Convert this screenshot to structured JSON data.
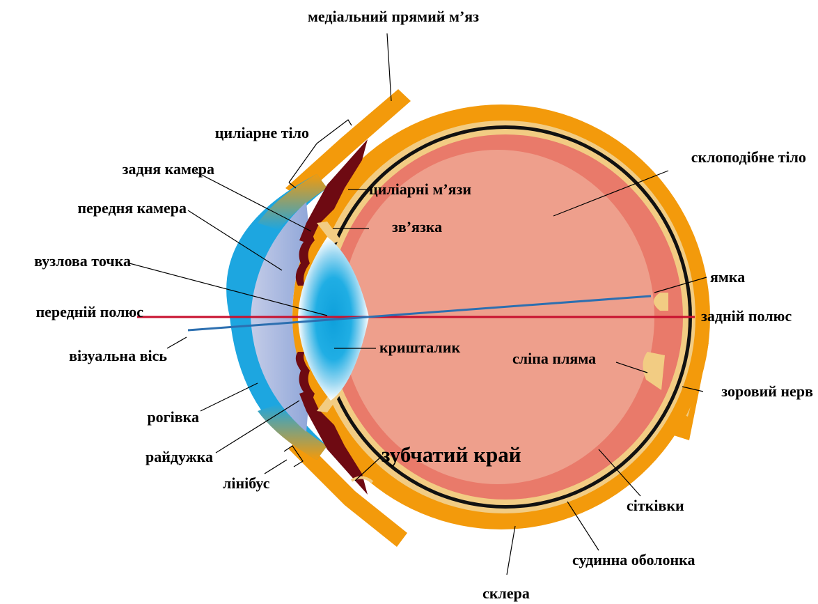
{
  "labels": {
    "medial_rectus": "медіальний прямий м’яз",
    "ciliary_body": "циліарне тіло",
    "posterior_chamber": "задня камера",
    "anterior_chamber": "передня камера",
    "nodal_point": "вузлова точка",
    "anterior_pole": "передній полюс",
    "visual_axis": "візуальна вісь",
    "cornea": "рогівка",
    "iris": "райдужка",
    "limbus": "лінібус",
    "ciliary_muscles": "циліарні м’язи",
    "zonule": "зв’язка",
    "lens": "кришталик",
    "ora_serrata": "зубчатий край",
    "vitreous_body": "склоподібне тіло",
    "fovea": "ямка",
    "posterior_pole": "задній полюс",
    "blind_spot": "сліпа пляма",
    "optic_nerve": "зоровий нерв",
    "retina": "сітківки",
    "choroid": "судинна оболонка",
    "sclera": "склера"
  },
  "colors": {
    "sclera": "#F39A0B",
    "choroid_layer": "#F2CC83",
    "retina_dark": "#111111",
    "vitreous": "#EE9F8C",
    "retina_rim": "#E97A6A",
    "ciliary_muscle": "#6E0A12",
    "cornea": "#1DA6E0",
    "anterior_chamber": "#AAB7DD",
    "lens_core": "#0EA0DB",
    "pole_axis": "#C8102E",
    "visual_axis": "#2C6FB0"
  }
}
